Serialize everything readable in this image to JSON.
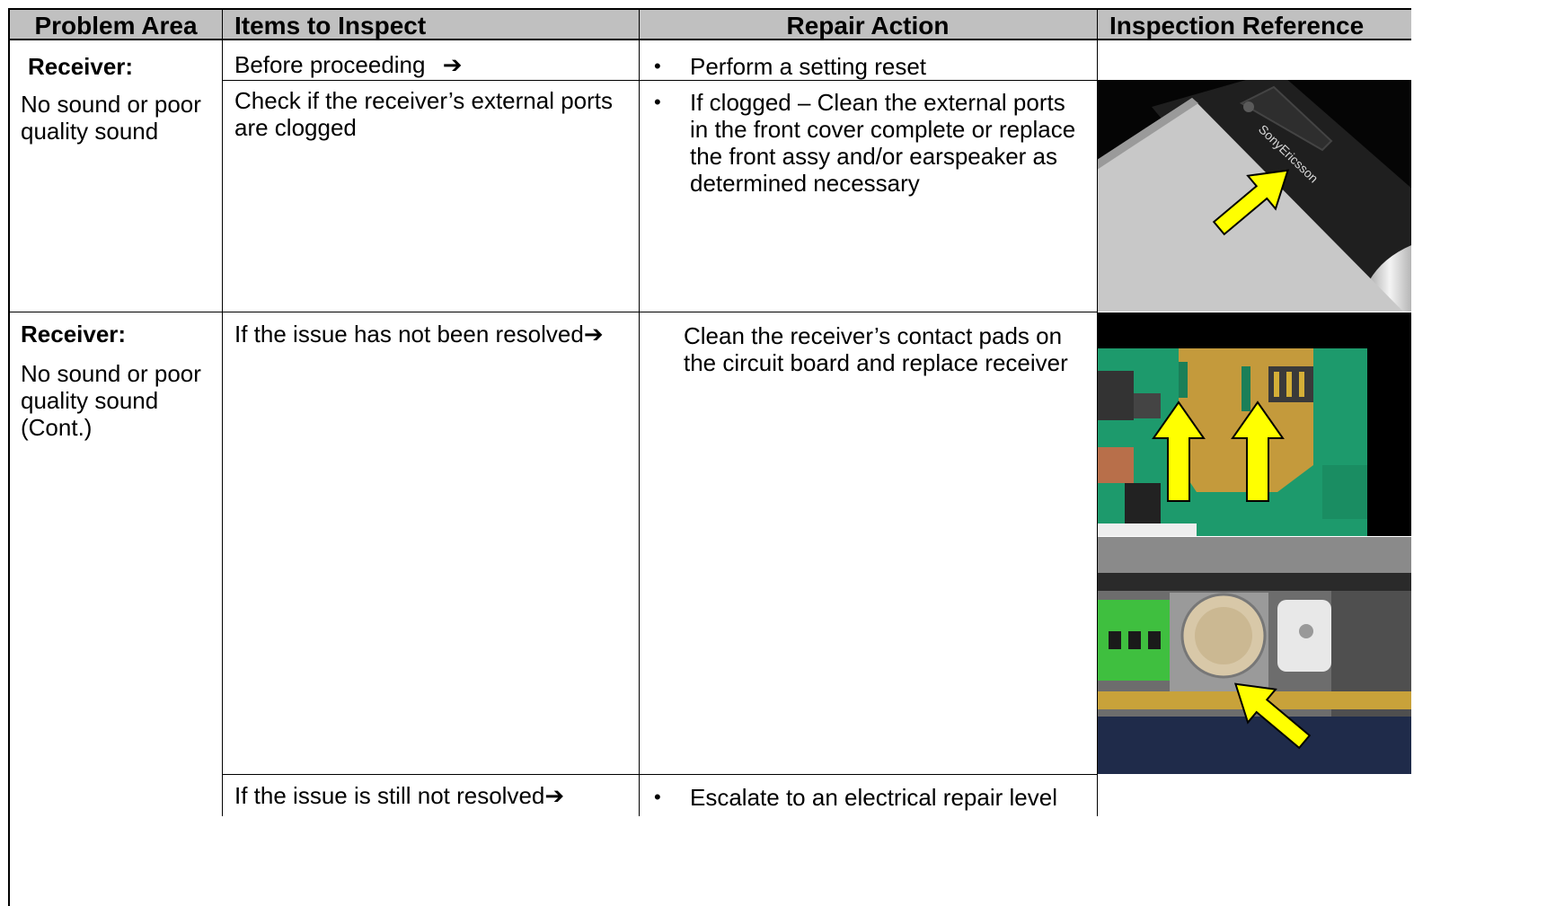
{
  "headers": {
    "problem_area": "Problem Area",
    "items_to_inspect": "Items to Inspect",
    "repair_action": "Repair Action",
    "inspection_reference": "Inspection Reference"
  },
  "row1": {
    "problem_title": "Receiver:",
    "problem_desc": "No sound or poor quality sound",
    "item1": "Before proceeding",
    "action1": "Perform a setting reset",
    "item2": "Check if the receiver’s external ports are clogged",
    "action2": "If clogged – Clean the external ports in the front cover complete or replace the front assy and/or earspeaker as determined necessary",
    "photo_brand": "SonyEricsson"
  },
  "row2": {
    "problem_title": "Receiver:",
    "problem_desc": "No sound or poor quality sound (Cont.)",
    "item1": "If the issue has not been resolved",
    "action1": "Clean the receiver’s contact pads on the circuit board and replace receiver",
    "item2": "If the issue is still not resolved",
    "action2": "Escalate to an electrical repair level"
  },
  "glyphs": {
    "arrow": "➔",
    "bullet": "•"
  },
  "colors": {
    "header_bg": "#c0c0c0",
    "arrow_yellow": "#ffff00",
    "pcb_green": "#1d9a6c"
  }
}
